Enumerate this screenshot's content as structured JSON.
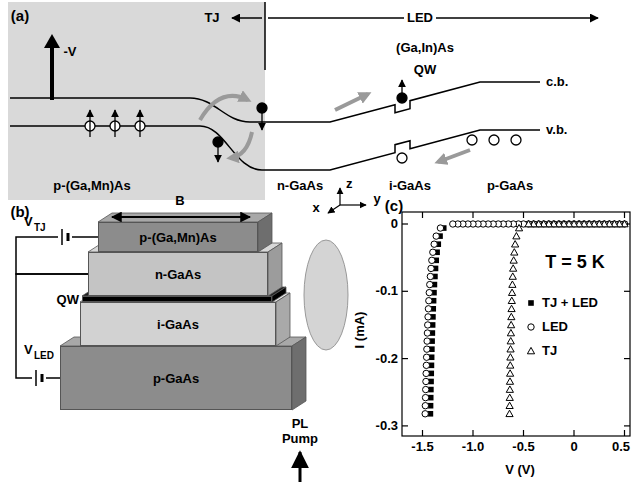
{
  "diagram": {
    "nodes": [
      {
        "text": [
          "p-(Ga,Mn)As"
        ]
      },
      {
        "text": [
          "n-GaAs"
        ]
      },
      {
        "text": [
          "QW"
        ]
      },
      {
        "text": [
          "i-GaAs"
        ]
      },
      {
        "text": [
          "p-GaAs"
        ]
      }
    ],
    "edges": [
      {
        "from": 0,
        "to": 1,
        "arrow": "none"
      },
      {
        "from": 1,
        "to": 4,
        "arrow": "none"
      }
    ],
    "labels": [
      "(a)",
      "TJ",
      "LED",
      "-V",
      "(Ga,In)As",
      "QW",
      "c.b.",
      "v.b.",
      "p-(Ga,Mn)As",
      "n-GaAs",
      "i-GaAs",
      "p-GaAs",
      "(b)",
      "z",
      "x",
      "y",
      "B",
      "V",
      "TJ",
      "V",
      "LED",
      "PL Pump",
      "(c)",
      "T = 5 K",
      "0",
      "-0.1",
      "-0.2",
      "-0.3",
      "I (mA)",
      "-1.5",
      "-1.0",
      "-0.5",
      "0",
      "0.5",
      "V (V)"
    ],
    "legend": [
      {
        "text": "TJ + LED"
      },
      {
        "text": "LED"
      },
      {
        "text": "TJ"
      }
    ]
  }
}
